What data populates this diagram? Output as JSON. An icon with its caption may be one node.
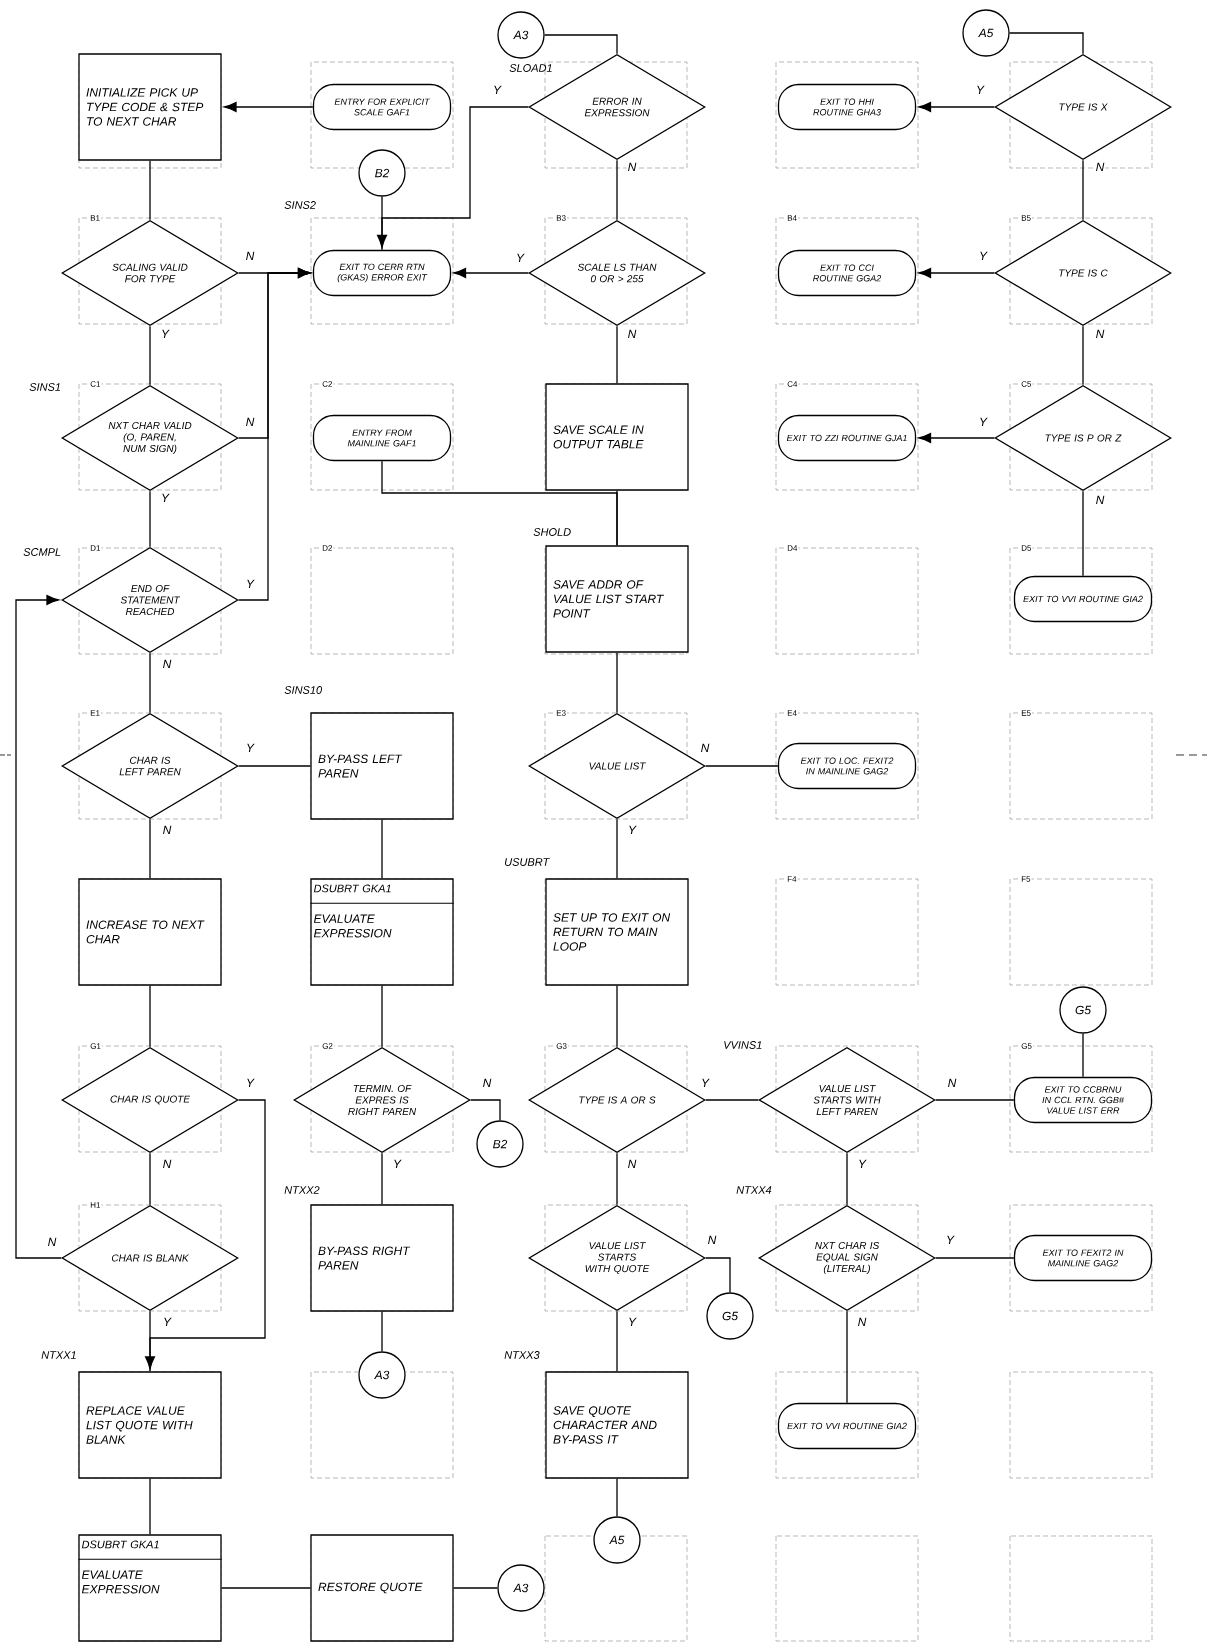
{
  "diagram": {
    "nodes": [
      {
        "text": [
          "INITIALIZE PICK UP TYPE CODE & STEP TO NEXT CHAR"
        ]
      },
      {
        "text": [
          "ENTRY FOR EXPLICIT SCALE GAF1"
        ]
      },
      {
        "text": [
          "A3"
        ]
      },
      {
        "text": [
          "ERROR IN EXPRESSION"
        ],
        "beside": [
          "SLOAD1"
        ]
      },
      {
        "text": [
          "A5"
        ]
      },
      {
        "text": [
          "TYPE IS X"
        ]
      },
      {
        "text": [
          "EXIT TO HHI ROUTINE GHA3"
        ]
      },
      {
        "text": [
          "B2"
        ]
      },
      {
        "text": [
          "SCALING VALID FOR TYPE"
        ]
      },
      {
        "text": [
          "EXIT TO CERR RTN (GKAS) ERROR EXIT"
        ],
        "beside": [
          "SINS2"
        ]
      },
      {
        "text": [
          "SCALE LS THAN 0 OR > 255"
        ]
      },
      {
        "text": [
          "TYPE IS C"
        ]
      },
      {
        "text": [
          "EXIT TO CCI ROUTINE GGA2"
        ]
      },
      {
        "text": [
          "NXT CHAR VALID (O, PAREN, NUM SIGN)"
        ],
        "beside": [
          "SINS1"
        ]
      },
      {
        "text": [
          "ENTRY FROM MAINLINE GAF1"
        ]
      },
      {
        "text": [
          "SAVE SCALE IN OUTPUT TABLE"
        ]
      },
      {
        "text": [
          "TYPE IS P OR Z"
        ]
      },
      {
        "text": [
          "EXIT TO ZZI ROUTINE GJA1"
        ]
      },
      {
        "text": [
          "END OF STATEMENT REACHED"
        ],
        "beside": [
          "SCMPL"
        ]
      },
      {
        "text": [
          "SAVE ADDR OF VALUE LIST START POINT"
        ],
        "beside": [
          "SHOLD"
        ]
      },
      {
        "text": [
          "EXIT TO VVI ROUTINE GIA2"
        ]
      },
      {
        "text": [
          "CHAR IS LEFT PAREN"
        ]
      },
      {
        "text": [
          "BY-PASS LEFT PAREN"
        ],
        "beside": [
          "SINS10"
        ]
      },
      {
        "text": [
          "VALUE LIST"
        ]
      },
      {
        "text": [
          "EXIT TO LOC. FEXIT2 IN MAINLINE GAG2"
        ]
      },
      {
        "text": [
          "INCREASE TO NEXT CHAR"
        ]
      },
      {
        "text": [
          "DSUBRT GKA1",
          "EVALUATE EXPRESSION"
        ]
      },
      {
        "text": [
          "SET UP TO EXIT ON RETURN TO MAIN LOOP"
        ],
        "beside": [
          "USUBRT"
        ]
      },
      {
        "text": [
          "CHAR IS QUOTE"
        ]
      },
      {
        "text": [
          "TERMIN. OF EXPRES IS RIGHT PAREN"
        ]
      },
      {
        "text": [
          "B2"
        ]
      },
      {
        "text": [
          "TYPE IS A OR S"
        ]
      },
      {
        "text": [
          "VALUE LIST STARTS WITH LEFT PAREN"
        ],
        "beside": [
          "VVINS1"
        ]
      },
      {
        "text": [
          "G5"
        ]
      },
      {
        "text": [
          "EXIT TO CCBRNU IN CCL RTN. GGB# VALUE LIST ERR"
        ]
      },
      {
        "text": [
          "CHAR IS BLANK"
        ]
      },
      {
        "text": [
          "BY-PASS RIGHT PAREN"
        ],
        "beside": [
          "NTXX2"
        ]
      },
      {
        "text": [
          "VALUE LIST STARTS WITH QUOTE"
        ]
      },
      {
        "text": [
          "G5"
        ]
      },
      {
        "text": [
          "NXT CHAR IS EQUAL SIGN (LITERAL)"
        ],
        "beside": [
          "NTXX4"
        ]
      },
      {
        "text": [
          "EXIT TO FEXIT2 IN MAINLINE GAG2"
        ]
      },
      {
        "text": [
          "REPLACE VALUE LIST QUOTE WITH BLANK"
        ],
        "beside": [
          "NTXX1"
        ]
      },
      {
        "text": [
          "A3"
        ]
      },
      {
        "text": [
          "SAVE QUOTE CHARACTER AND BY-PASS IT"
        ],
        "beside": [
          "NTXX3"
        ]
      },
      {
        "text": [
          "EXIT TO VVI ROUTINE GIA2"
        ]
      },
      {
        "text": [
          "DSUBRT GKA1",
          "EVALUATE EXPRESSION"
        ]
      },
      {
        "text": [
          "RESTORE QUOTE"
        ]
      },
      {
        "text": [
          "A3"
        ]
      },
      {
        "text": [
          "A5"
        ]
      }
    ],
    "edges": [
      {
        "from": 1,
        "to": 0,
        "arrow": "to"
      },
      {
        "from": 0,
        "to": 8,
        "arrow": "none"
      },
      {
        "from": 2,
        "to": 3,
        "arrow": "none"
      },
      {
        "from": 3,
        "to": 9,
        "arrow": "to",
        "label": "Y"
      },
      {
        "from": 7,
        "to": 9,
        "arrow": "none"
      },
      {
        "from": 3,
        "to": 10,
        "arrow": "none",
        "label": "N"
      },
      {
        "from": 10,
        "to": 9,
        "arrow": "to",
        "label": "Y"
      },
      {
        "from": 8,
        "to": 9,
        "arrow": "to",
        "label": "N"
      },
      {
        "from": 8,
        "to": 13,
        "arrow": "none",
        "label": "Y"
      },
      {
        "from": 13,
        "to": 9,
        "arrow": "to",
        "label": "N"
      },
      {
        "from": 13,
        "to": 18,
        "arrow": "none",
        "label": "Y"
      },
      {
        "from": 18,
        "to": 9,
        "arrow": "to",
        "label": "Y"
      },
      {
        "from": 10,
        "to": 15,
        "arrow": "none",
        "label": "N"
      },
      {
        "from": 14,
        "to": 19,
        "arrow": "none"
      },
      {
        "from": 15,
        "to": 19,
        "arrow": "none"
      },
      {
        "from": 4,
        "to": 5,
        "arrow": "none"
      },
      {
        "from": 5,
        "to": 6,
        "arrow": "to",
        "label": "Y"
      },
      {
        "from": 5,
        "to": 11,
        "arrow": "none",
        "label": "N"
      },
      {
        "from": 11,
        "to": 12,
        "arrow": "to",
        "label": "Y"
      },
      {
        "from": 11,
        "to": 16,
        "arrow": "none",
        "label": "N"
      },
      {
        "from": 16,
        "to": 17,
        "arrow": "to",
        "label": "Y"
      },
      {
        "from": 16,
        "to": 20,
        "arrow": "none",
        "label": "N"
      },
      {
        "from": 18,
        "to": 21,
        "arrow": "none",
        "label": "N"
      },
      {
        "from": 21,
        "to": 22,
        "arrow": "none",
        "label": "Y"
      },
      {
        "from": 21,
        "to": 25,
        "arrow": "none",
        "label": "N"
      },
      {
        "from": 22,
        "to": 26,
        "arrow": "none"
      },
      {
        "from": 19,
        "to": 23,
        "arrow": "none"
      },
      {
        "from": 23,
        "to": 24,
        "arrow": "none",
        "label": "N"
      },
      {
        "from": 23,
        "to": 27,
        "arrow": "none",
        "label": "Y"
      },
      {
        "from": 25,
        "to": 28,
        "arrow": "none"
      },
      {
        "from": 26,
        "to": 29,
        "arrow": "none"
      },
      {
        "from": 27,
        "to": 31,
        "arrow": "none"
      },
      {
        "from": 28,
        "to": 41,
        "arrow": "to",
        "label": "Y"
      },
      {
        "from": 28,
        "to": 35,
        "arrow": "none",
        "label": "N"
      },
      {
        "from": 35,
        "to": 18,
        "arrow": "to",
        "label": "N"
      },
      {
        "from": 35,
        "to": 41,
        "arrow": "none",
        "label": "Y"
      },
      {
        "from": 29,
        "to": 30,
        "arrow": "none",
        "label": "N"
      },
      {
        "from": 29,
        "to": 36,
        "arrow": "none",
        "label": "Y"
      },
      {
        "from": 31,
        "to": 32,
        "arrow": "none",
        "label": "Y"
      },
      {
        "from": 31,
        "to": 37,
        "arrow": "none",
        "label": "N"
      },
      {
        "from": 32,
        "to": 34,
        "arrow": "none",
        "label": "N"
      },
      {
        "from": 33,
        "to": 34,
        "arrow": "none"
      },
      {
        "from": 32,
        "to": 39,
        "arrow": "none",
        "label": "Y"
      },
      {
        "from": 37,
        "to": 38,
        "arrow": "none",
        "label": "N"
      },
      {
        "from": 37,
        "to": 43,
        "arrow": "none",
        "label": "Y"
      },
      {
        "from": 39,
        "to": 40,
        "arrow": "none",
        "label": "Y"
      },
      {
        "from": 39,
        "to": 44,
        "arrow": "none",
        "label": "N"
      },
      {
        "from": 36,
        "to": 42,
        "arrow": "none"
      },
      {
        "from": 41,
        "to": 45,
        "arrow": "none"
      },
      {
        "from": 45,
        "to": 46,
        "arrow": "none"
      },
      {
        "from": 46,
        "to": 47,
        "arrow": "none"
      },
      {
        "from": 43,
        "to": 48,
        "arrow": "none"
      }
    ],
    "labels": [
      "B1",
      "B3",
      "B4",
      "B5",
      "C1",
      "C2",
      "C4",
      "C5",
      "D1",
      "D2",
      "D4",
      "D5",
      "E1",
      "E3",
      "E4",
      "E5",
      "F4",
      "F5",
      "G1",
      "G2",
      "G3",
      "G5",
      "H1"
    ]
  }
}
